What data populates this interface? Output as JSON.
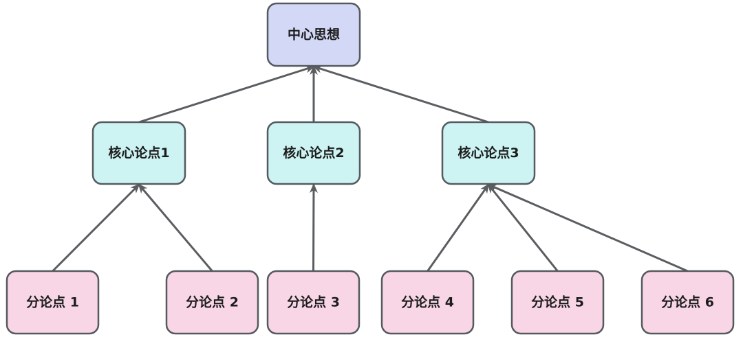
{
  "diagram": {
    "colors": {
      "root_fill": "#d4d8f7",
      "core_fill": "#cdf3f3",
      "sub_fill": "#f8d6e6",
      "border": "#555a5e",
      "arrow": "#5b5e61"
    },
    "root": {
      "id": "root",
      "label": "中心思想"
    },
    "core_points": [
      {
        "id": "core1",
        "label": "核心论点1"
      },
      {
        "id": "core2",
        "label": "核心论点2"
      },
      {
        "id": "core3",
        "label": "核心论点3"
      }
    ],
    "sub_points": [
      {
        "id": "sub1",
        "label": "分论点 1"
      },
      {
        "id": "sub2",
        "label": "分论点 2"
      },
      {
        "id": "sub3",
        "label": "分论点 3"
      },
      {
        "id": "sub4",
        "label": "分论点 4"
      },
      {
        "id": "sub5",
        "label": "分论点 5"
      },
      {
        "id": "sub6",
        "label": "分论点 6"
      }
    ],
    "edges": [
      {
        "from": "core1",
        "to": "root"
      },
      {
        "from": "core2",
        "to": "root"
      },
      {
        "from": "core3",
        "to": "root"
      },
      {
        "from": "sub1",
        "to": "core1"
      },
      {
        "from": "sub2",
        "to": "core1"
      },
      {
        "from": "sub3",
        "to": "core2"
      },
      {
        "from": "sub4",
        "to": "core3"
      },
      {
        "from": "sub5",
        "to": "core3"
      },
      {
        "from": "sub6",
        "to": "core3"
      }
    ]
  }
}
